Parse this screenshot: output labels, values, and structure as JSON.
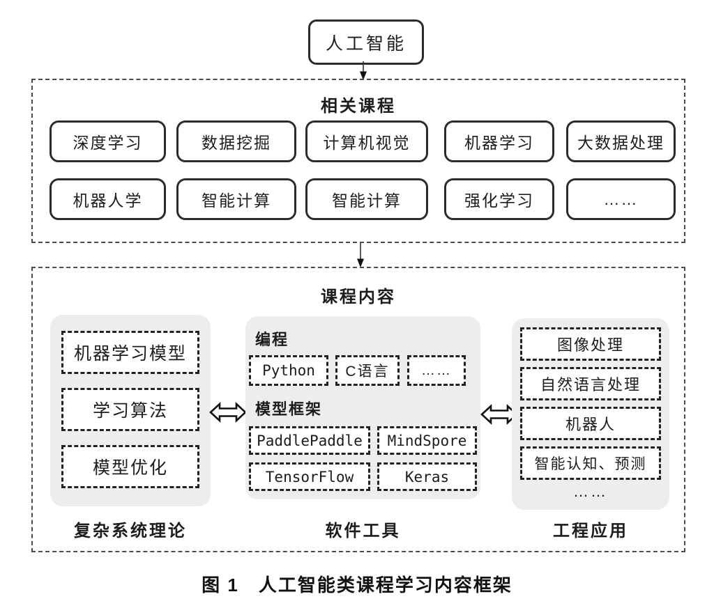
{
  "root": {
    "label": "人工智能"
  },
  "related": {
    "title": "相关课程",
    "row1": [
      "深度学习",
      "数据挖掘",
      "计算机视觉",
      "机器学习",
      "大数据处理"
    ],
    "row2": [
      "机器人学",
      "智能计算",
      "智能计算",
      "强化学习",
      "……"
    ]
  },
  "content": {
    "title": "课程内容",
    "left": {
      "items": [
        "机器学习模型",
        "学习算法",
        "模型优化"
      ],
      "label": "复杂系统理论"
    },
    "center": {
      "prog_label": "编程",
      "prog_items": [
        "Python",
        "C语言",
        "……"
      ],
      "framework_label": "模型框架",
      "framework_items": [
        "PaddlePaddle",
        "MindSpore",
        "TensorFlow",
        "Keras"
      ],
      "label": "软件工具"
    },
    "right": {
      "items": [
        "图像处理",
        "自然语言处理",
        "机器人",
        "智能认知、预测"
      ],
      "more": "……",
      "label": "工程应用"
    }
  },
  "caption": "图 1　人工智能类课程学习内容框架",
  "colors": {
    "panel_gray": "#ededed",
    "solid_border": "#2b2b2b",
    "dashed_border": "#4a4a4a",
    "text": "#1c1c1c"
  }
}
